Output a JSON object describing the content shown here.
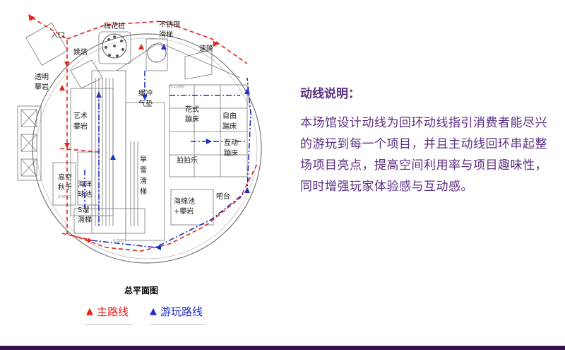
{
  "plan": {
    "title": "总平面图",
    "areas": {
      "entrance": "入口",
      "plum_post": "梅花桩",
      "steel_slide_1": "不锈钢",
      "steel_slide_2": "滑梯",
      "jump_tower": "跳塔",
      "speed_drop": "速降",
      "clear_climb_1": "透明",
      "clear_climb_2": "攀岩",
      "cushion_1": "缓冲",
      "cushion_2": "气垫",
      "art_climb_1": "艺术",
      "art_climb_2": "攀岩",
      "fancy_tramp_1": "花式",
      "fancy_tramp_2": "蹦床",
      "free_tramp_1": "自由",
      "free_tramp_2": "蹦床",
      "inter_tramp_1": "互动",
      "inter_tramp_2": "蹦床",
      "dry_slide_1": "旱",
      "dry_slide_2": "雪",
      "dry_slide_3": "滑",
      "dry_slide_4": "梯",
      "whack": "拍拍乐",
      "high_swing_1": "高空",
      "high_swing_2": "秋千",
      "ball_pool_1": "海洋",
      "ball_pool_2": "球池",
      "s_slide_1": "S溜",
      "s_slide_2": "滑梯",
      "sponge_1": "海绵池",
      "sponge_2": "+攀岩",
      "counter": "吧台",
      "dim1": "H:11000",
      "dim2": "H:5000",
      "dim3": "H:5000"
    }
  },
  "legend": {
    "main_route": "主路线",
    "tour_route": "游玩路线"
  },
  "description": {
    "heading": "动线说明：",
    "body": "本场馆设计动线为回环动线指引消费者能尽兴的游玩到每一个项目，并且主动线回环串起整场项目亮点，提高空间利用率与项目趣味性，同时增强玩家体验感与互动感。"
  },
  "colors": {
    "main_route": "#e2231a",
    "tour_route": "#1f2fbf",
    "text_purple": "#5b2e82",
    "bottom_bar": "#3a1150"
  }
}
